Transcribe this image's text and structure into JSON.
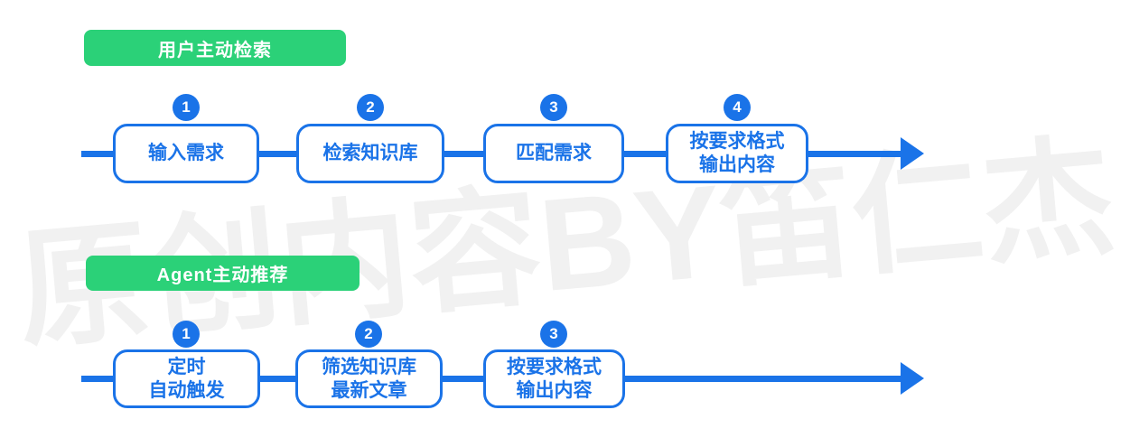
{
  "colors": {
    "accent_blue": "#1A73E8",
    "accent_green": "#2BD178",
    "watermark_gray": "#F1F1F1"
  },
  "watermark": {
    "text": "原创内容BY笛仁杰"
  },
  "sections": [
    {
      "label": "用户主动检索",
      "steps": [
        {
          "number": "1",
          "text": "输入需求"
        },
        {
          "number": "2",
          "text": "检索知识库"
        },
        {
          "number": "3",
          "text": "匹配需求"
        },
        {
          "number": "4",
          "text": "按要求格式\n输出内容"
        }
      ]
    },
    {
      "label": "Agent主动推荐",
      "steps": [
        {
          "number": "1",
          "text": "定时\n自动触发"
        },
        {
          "number": "2",
          "text": "筛选知识库\n最新文章"
        },
        {
          "number": "3",
          "text": "按要求格式\n输出内容"
        }
      ]
    }
  ]
}
